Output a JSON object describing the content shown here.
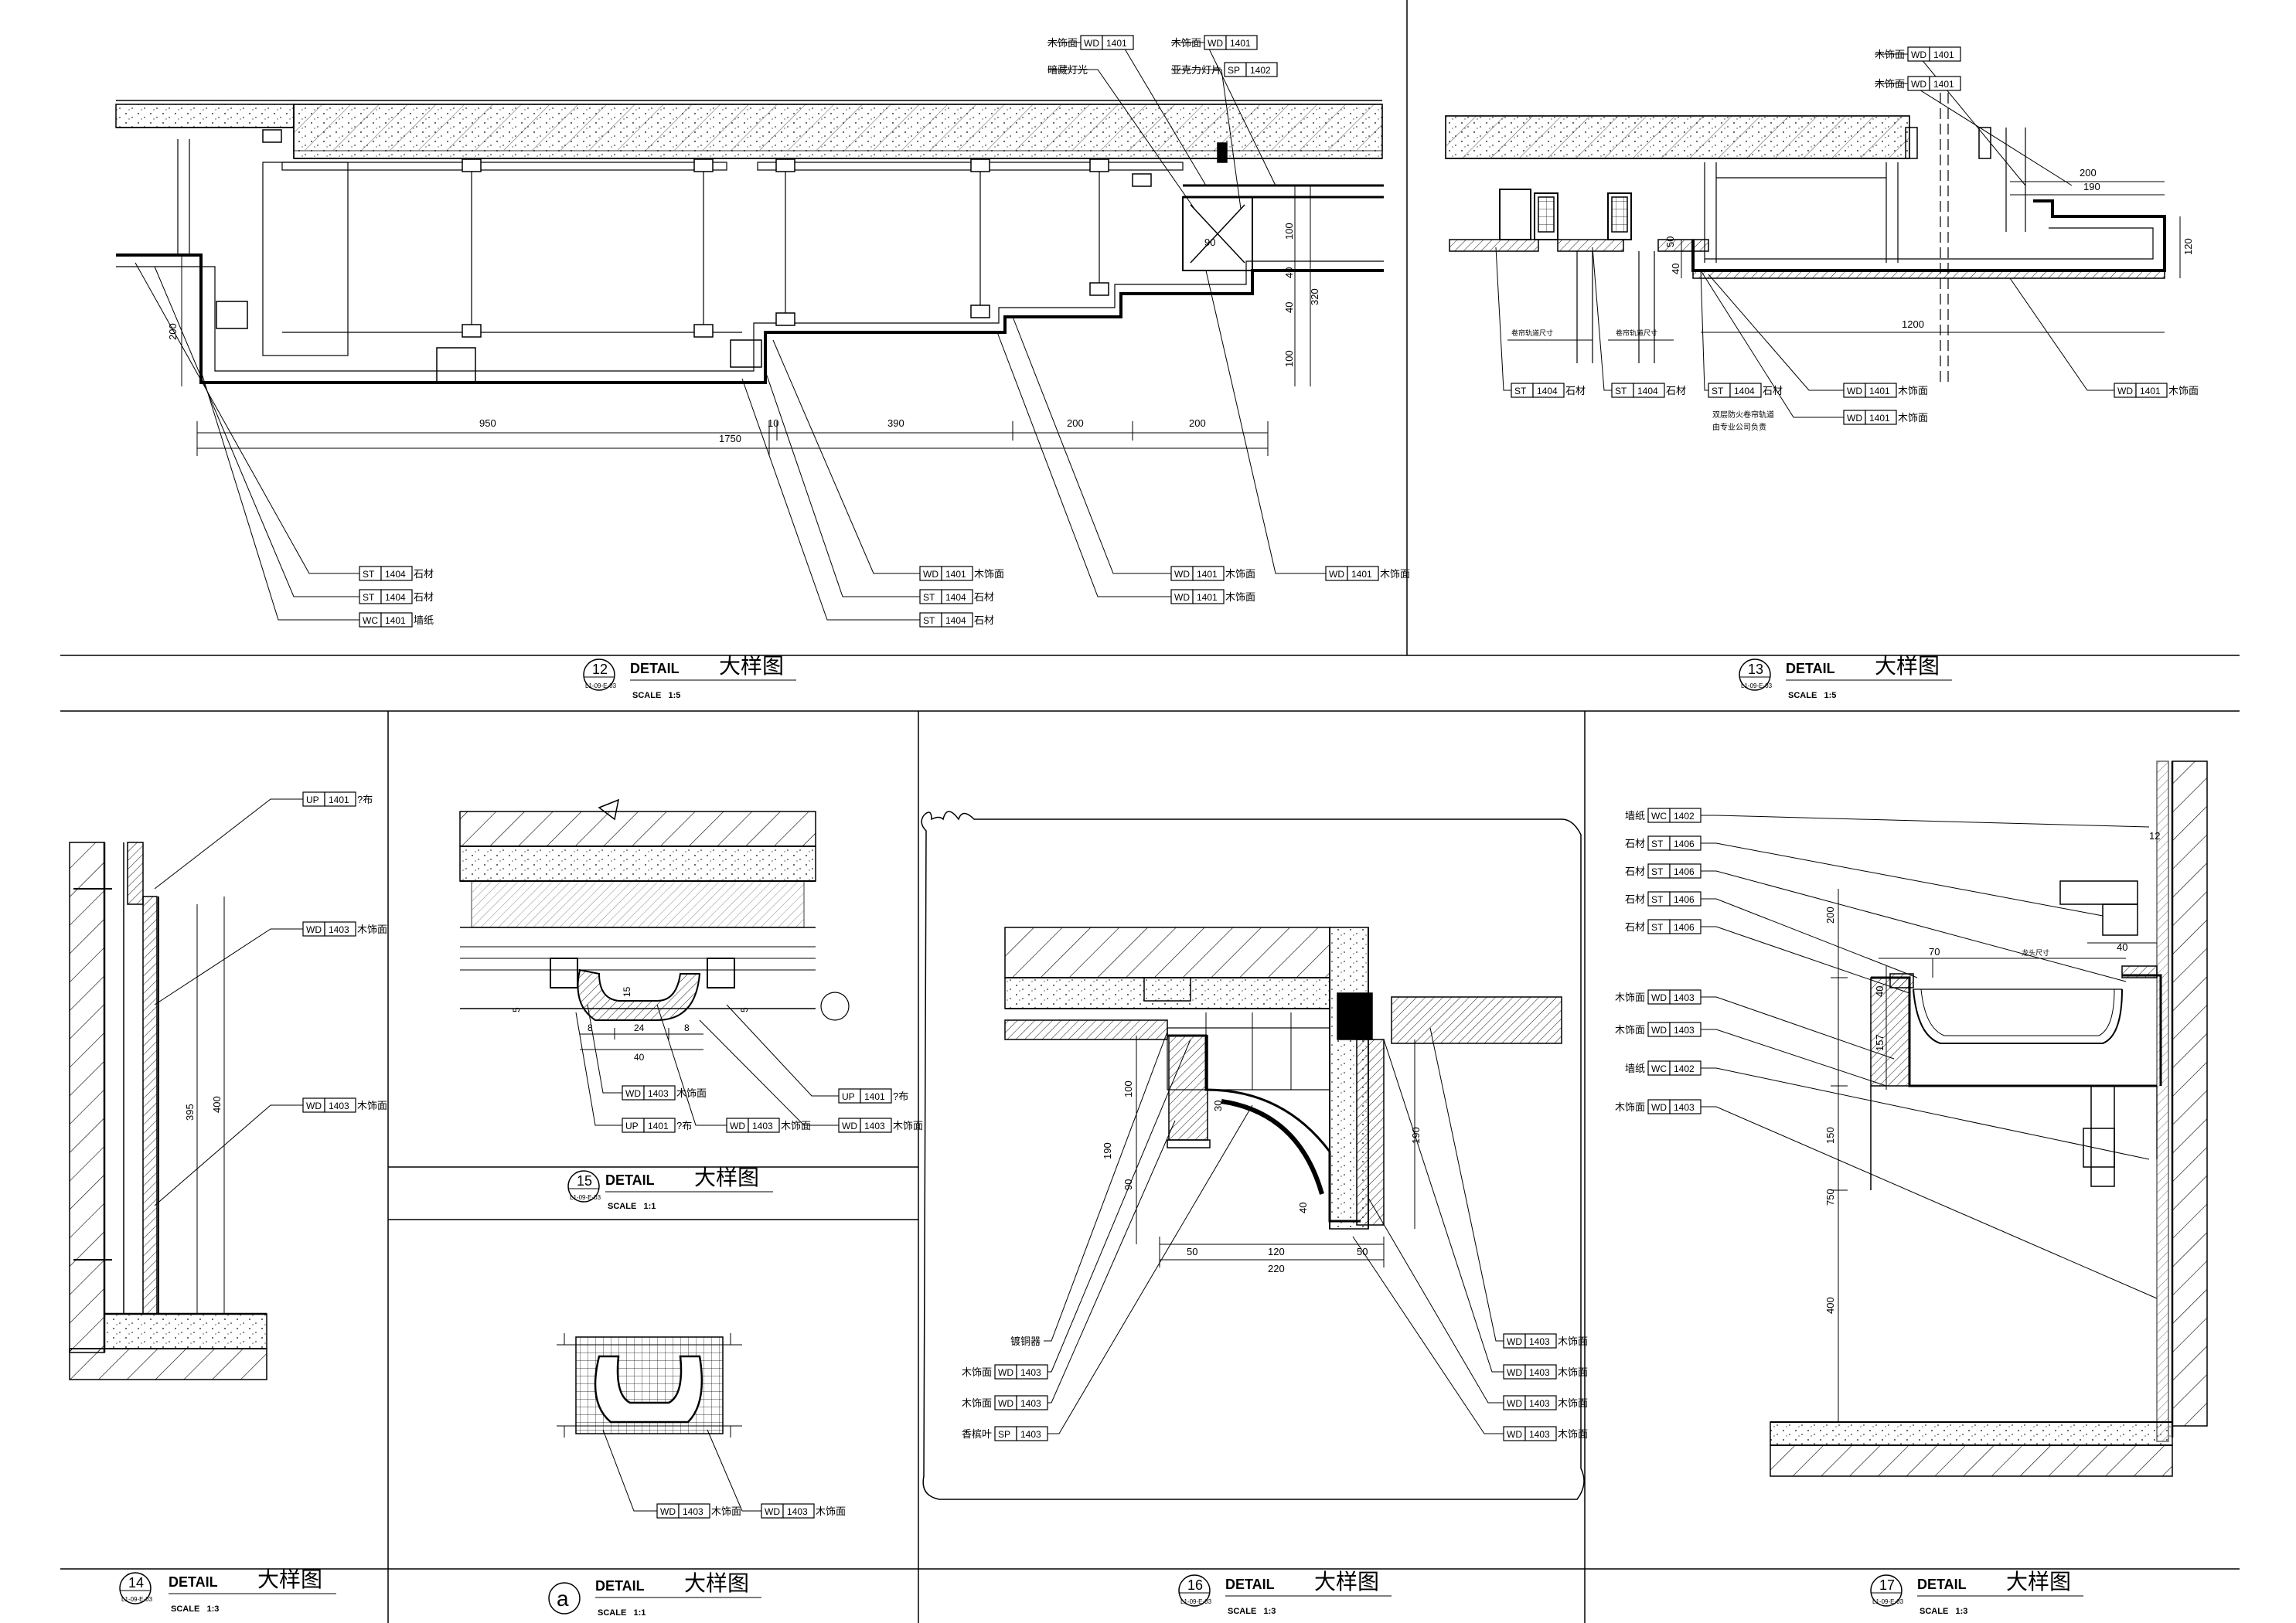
{
  "panels": {
    "p12": {
      "num": "12",
      "ref": "L1-09-E-03",
      "label": "DETAIL",
      "cn": "大样图",
      "scale": "SCALE   1:5"
    },
    "p13": {
      "num": "13",
      "ref": "L1-09-E-03",
      "label": "DETAIL",
      "cn": "大样图",
      "scale": "SCALE   1:5"
    },
    "p14": {
      "num": "14",
      "ref": "L1-09-E-03",
      "label": "DETAIL",
      "cn": "大样图",
      "scale": "SCALE   1:3"
    },
    "pa": {
      "num": "a",
      "label": "DETAIL",
      "cn": "大样图",
      "scale": "SCALE   1:1"
    },
    "p15": {
      "num": "15",
      "ref": "L1-09-E-03",
      "label": "DETAIL",
      "cn": "大样图",
      "scale": "SCALE   1:1"
    },
    "p16": {
      "num": "16",
      "ref": "L1-09-E-03",
      "label": "DETAIL",
      "cn": "大样图",
      "scale": "SCALE   1:3"
    },
    "p17": {
      "num": "17",
      "ref": "L1-09-E-03",
      "label": "DETAIL",
      "cn": "大样图",
      "scale": "SCALE   1:3"
    }
  },
  "tags12": {
    "t1": {
      "pre": "木饰面",
      "code": "WD",
      "num": "1401",
      "post": ""
    },
    "t2": {
      "pre": "暗藏灯光",
      "code": "",
      "num": "",
      "post": ""
    },
    "t3": {
      "pre": "亚克力灯片",
      "code": "SP",
      "num": "1402",
      "post": ""
    },
    "t4": {
      "pre": "木饰面",
      "code": "WD",
      "num": "1401",
      "post": ""
    },
    "b1": {
      "pre": "",
      "code": "ST",
      "num": "1404",
      "post": "石材"
    },
    "b2": {
      "pre": "",
      "code": "ST",
      "num": "1404",
      "post": "石材"
    },
    "b3": {
      "pre": "",
      "code": "WC",
      "num": "1401",
      "post": "墙纸"
    },
    "b4": {
      "pre": "",
      "code": "WD",
      "num": "1401",
      "post": "木饰面"
    },
    "b5": {
      "pre": "",
      "code": "ST",
      "num": "1404",
      "post": "石材"
    },
    "b6": {
      "pre": "",
      "code": "ST",
      "num": "1404",
      "post": "石材"
    },
    "b7": {
      "pre": "",
      "code": "WD",
      "num": "1401",
      "post": "木饰面"
    },
    "b8": {
      "pre": "",
      "code": "WD",
      "num": "1401",
      "post": "木饰面"
    },
    "b9": {
      "pre": "",
      "code": "WD",
      "num": "1401",
      "post": "木饰面"
    }
  },
  "dims12": {
    "d950": "950",
    "d10": "10",
    "d390": "390",
    "d200a": "200",
    "d200b": "200",
    "d1750": "1750",
    "v200": "200",
    "v100a": "100",
    "v40a": "40",
    "v40b": "40",
    "v320": "320",
    "v100b": "100",
    "v90": "90"
  },
  "tags13": {
    "t1": {
      "pre": "木饰面",
      "code": "WD",
      "num": "1401",
      "post": ""
    },
    "t2": {
      "pre": "木饰面",
      "code": "WD",
      "num": "1401",
      "post": ""
    },
    "b1": {
      "pre": "",
      "code": "ST",
      "num": "1404",
      "post": "石材"
    },
    "b2": {
      "pre": "",
      "code": "ST",
      "num": "1404",
      "post": "石材"
    },
    "b3": {
      "pre": "",
      "code": "ST",
      "num": "1404",
      "post": "石材"
    },
    "b4": {
      "pre": "",
      "code": "WD",
      "num": "1401",
      "post": "木饰面"
    },
    "b5": {
      "pre": "",
      "code": "WD",
      "num": "1401",
      "post": "木饰面"
    },
    "b6": {
      "pre": "",
      "code": "WD",
      "num": "1401",
      "post": "木饰面"
    }
  },
  "notes13": {
    "n1": "双层防火卷帘轨道",
    "n2": "由专业公司负责",
    "n3": "卷帘轨道尺寸",
    "n4": "卷帘轨道尺寸"
  },
  "dims13": {
    "d200": "200",
    "d190": "190",
    "d1200": "1200",
    "v50": "50",
    "v40": "40",
    "v120": "120"
  },
  "tags14": {
    "t1": {
      "pre": "",
      "code": "UP",
      "num": "1401",
      "post": "?布"
    },
    "t2": {
      "pre": "",
      "code": "WD",
      "num": "1403",
      "post": "木饰面"
    },
    "t3": {
      "pre": "",
      "code": "WD",
      "num": "1403",
      "post": "木饰面"
    }
  },
  "dims14": {
    "v395": "395",
    "v400": "400"
  },
  "tags15": {
    "t1": {
      "pre": "",
      "code": "WD",
      "num": "1403",
      "post": "木饰面"
    },
    "t2": {
      "pre": "",
      "code": "UP",
      "num": "1401",
      "post": "?布"
    },
    "t3": {
      "pre": "",
      "code": "WD",
      "num": "1403",
      "post": "木饰面"
    },
    "t4": {
      "pre": "",
      "code": "UP",
      "num": "1401",
      "post": "?布"
    },
    "t5": {
      "pre": "",
      "code": "WD",
      "num": "1403",
      "post": "木饰面"
    }
  },
  "dims15": {
    "d8a": "8",
    "d24": "24",
    "d8b": "8",
    "d40": "40",
    "v15": "15",
    "v5a": "5",
    "v5b": "5"
  },
  "tagsA": {
    "t1": {
      "pre": "",
      "code": "WD",
      "num": "1403",
      "post": "木饰面"
    },
    "t2": {
      "pre": "",
      "code": "WD",
      "num": "1403",
      "post": "木饰面"
    }
  },
  "tags16": {
    "l1": {
      "pre": "镀铜器",
      "code": "",
      "num": "",
      "post": ""
    },
    "l2": {
      "pre": "木饰面",
      "code": "WD",
      "num": "1403",
      "post": ""
    },
    "l3": {
      "pre": "木饰面",
      "code": "WD",
      "num": "1403",
      "post": ""
    },
    "l4": {
      "pre": "香槟叶",
      "code": "SP",
      "num": "1403",
      "post": ""
    },
    "r1": {
      "pre": "",
      "code": "WD",
      "num": "1403",
      "post": "木饰面"
    },
    "r2": {
      "pre": "",
      "code": "WD",
      "num": "1403",
      "post": "木饰面"
    },
    "r3": {
      "pre": "",
      "code": "WD",
      "num": "1403",
      "post": "木饰面"
    },
    "r4": {
      "pre": "",
      "code": "WD",
      "num": "1403",
      "post": "木饰面"
    }
  },
  "dims16": {
    "d50a": "50",
    "d120": "120",
    "d50b": "50",
    "d220": "220",
    "v100": "100",
    "v190a": "190",
    "v30": "30",
    "v90": "90",
    "v40": "40",
    "v190b": "190"
  },
  "tags17": {
    "t1": {
      "pre": "墙纸",
      "code": "WC",
      "num": "1402",
      "post": ""
    },
    "t2": {
      "pre": "石材",
      "code": "ST",
      "num": "1406",
      "post": ""
    },
    "t3": {
      "pre": "石材",
      "code": "ST",
      "num": "1406",
      "post": ""
    },
    "t4": {
      "pre": "石材",
      "code": "ST",
      "num": "1406",
      "post": ""
    },
    "t5": {
      "pre": "石材",
      "code": "ST",
      "num": "1406",
      "post": ""
    },
    "t6": {
      "pre": "木饰面",
      "code": "WD",
      "num": "1403",
      "post": ""
    },
    "t7": {
      "pre": "木饰面",
      "code": "WD",
      "num": "1403",
      "post": ""
    },
    "t8": {
      "pre": "墙纸",
      "code": "WC",
      "num": "1402",
      "post": ""
    },
    "t9": {
      "pre": "木饰面",
      "code": "WD",
      "num": "1403",
      "post": ""
    }
  },
  "dims17": {
    "d70": "70",
    "d40": "40",
    "v200": "200",
    "v40": "40",
    "v157": "157",
    "v150": "150",
    "v750": "750",
    "v400": "400",
    "v12": "12",
    "n1": "龙头尺寸"
  }
}
